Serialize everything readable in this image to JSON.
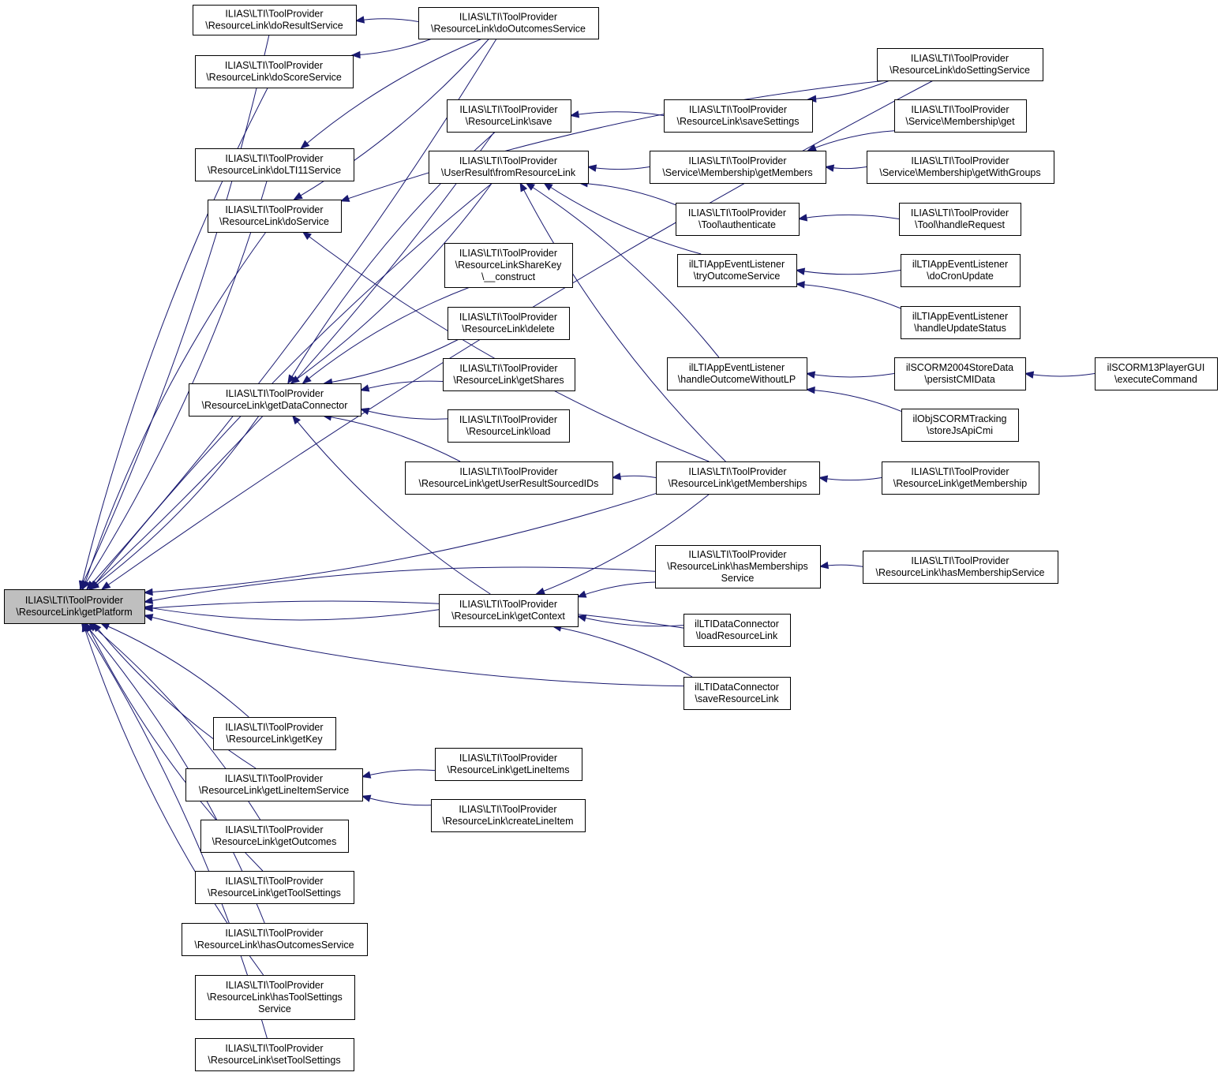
{
  "graph": {
    "edge_color": "#191970",
    "root_fill": "#bfbfbf",
    "nodes": [
      {
        "id": "getPlatform",
        "lines": [
          "ILIAS\\LTI\\ToolProvider",
          "\\ResourceLink\\getPlatform"
        ],
        "root": true
      },
      {
        "id": "doResultService",
        "lines": [
          "ILIAS\\LTI\\ToolProvider",
          "\\ResourceLink\\doResultService"
        ]
      },
      {
        "id": "doScoreService",
        "lines": [
          "ILIAS\\LTI\\ToolProvider",
          "\\ResourceLink\\doScoreService"
        ]
      },
      {
        "id": "doLTI11Service",
        "lines": [
          "ILIAS\\LTI\\ToolProvider",
          "\\ResourceLink\\doLTI11Service"
        ]
      },
      {
        "id": "doService",
        "lines": [
          "ILIAS\\LTI\\ToolProvider",
          "\\ResourceLink\\doService"
        ]
      },
      {
        "id": "getDataConnector",
        "lines": [
          "ILIAS\\LTI\\ToolProvider",
          "\\ResourceLink\\getDataConnector"
        ]
      },
      {
        "id": "getKey",
        "lines": [
          "ILIAS\\LTI\\ToolProvider",
          "\\ResourceLink\\getKey"
        ]
      },
      {
        "id": "getLineItemService",
        "lines": [
          "ILIAS\\LTI\\ToolProvider",
          "\\ResourceLink\\getLineItemService"
        ]
      },
      {
        "id": "getOutcomes",
        "lines": [
          "ILIAS\\LTI\\ToolProvider",
          "\\ResourceLink\\getOutcomes"
        ]
      },
      {
        "id": "getToolSettings",
        "lines": [
          "ILIAS\\LTI\\ToolProvider",
          "\\ResourceLink\\getToolSettings"
        ]
      },
      {
        "id": "hasOutcomesService",
        "lines": [
          "ILIAS\\LTI\\ToolProvider",
          "\\ResourceLink\\hasOutcomesService"
        ]
      },
      {
        "id": "hasToolSettingsService",
        "lines": [
          "ILIAS\\LTI\\ToolProvider",
          "\\ResourceLink\\hasToolSettings",
          "Service"
        ]
      },
      {
        "id": "setToolSettings",
        "lines": [
          "ILIAS\\LTI\\ToolProvider",
          "\\ResourceLink\\setToolSettings"
        ]
      },
      {
        "id": "doOutcomesService",
        "lines": [
          "ILIAS\\LTI\\ToolProvider",
          "\\ResourceLink\\doOutcomesService"
        ]
      },
      {
        "id": "save",
        "lines": [
          "ILIAS\\LTI\\ToolProvider",
          "\\ResourceLink\\save"
        ]
      },
      {
        "id": "fromResourceLink",
        "lines": [
          "ILIAS\\LTI\\ToolProvider",
          "\\UserResult\\fromResourceLink"
        ]
      },
      {
        "id": "shareKeyConstruct",
        "lines": [
          "ILIAS\\LTI\\ToolProvider",
          "\\ResourceLinkShareKey",
          "\\__construct"
        ]
      },
      {
        "id": "delete",
        "lines": [
          "ILIAS\\LTI\\ToolProvider",
          "\\ResourceLink\\delete"
        ]
      },
      {
        "id": "getShares",
        "lines": [
          "ILIAS\\LTI\\ToolProvider",
          "\\ResourceLink\\getShares"
        ]
      },
      {
        "id": "load",
        "lines": [
          "ILIAS\\LTI\\ToolProvider",
          "\\ResourceLink\\load"
        ]
      },
      {
        "id": "getUserResultSourcedIDs",
        "lines": [
          "ILIAS\\LTI\\ToolProvider",
          "\\ResourceLink\\getUserResultSourcedIDs"
        ]
      },
      {
        "id": "getContext",
        "lines": [
          "ILIAS\\LTI\\ToolProvider",
          "\\ResourceLink\\getContext"
        ]
      },
      {
        "id": "getLineItems",
        "lines": [
          "ILIAS\\LTI\\ToolProvider",
          "\\ResourceLink\\getLineItems"
        ]
      },
      {
        "id": "createLineItem",
        "lines": [
          "ILIAS\\LTI\\ToolProvider",
          "\\ResourceLink\\createLineItem"
        ]
      },
      {
        "id": "saveSettings",
        "lines": [
          "ILIAS\\LTI\\ToolProvider",
          "\\ResourceLink\\saveSettings"
        ]
      },
      {
        "id": "getMembers",
        "lines": [
          "ILIAS\\LTI\\ToolProvider",
          "\\Service\\Membership\\getMembers"
        ]
      },
      {
        "id": "authenticate",
        "lines": [
          "ILIAS\\LTI\\ToolProvider",
          "\\Tool\\authenticate"
        ]
      },
      {
        "id": "tryOutcomeService",
        "lines": [
          "ilLTIAppEventListener",
          "\\tryOutcomeService"
        ]
      },
      {
        "id": "handleOutcomeWithoutLP",
        "lines": [
          "ilLTIAppEventListener",
          "\\handleOutcomeWithoutLP"
        ]
      },
      {
        "id": "getMemberships",
        "lines": [
          "ILIAS\\LTI\\ToolProvider",
          "\\ResourceLink\\getMemberships"
        ]
      },
      {
        "id": "hasMembershipsService",
        "lines": [
          "ILIAS\\LTI\\ToolProvider",
          "\\ResourceLink\\hasMemberships",
          "Service"
        ]
      },
      {
        "id": "loadResourceLink",
        "lines": [
          "ilLTIDataConnector",
          "\\loadResourceLink"
        ]
      },
      {
        "id": "saveResourceLink",
        "lines": [
          "ilLTIDataConnector",
          "\\saveResourceLink"
        ]
      },
      {
        "id": "doSettingService",
        "lines": [
          "ILIAS\\LTI\\ToolProvider",
          "\\ResourceLink\\doSettingService"
        ]
      },
      {
        "id": "membershipGet",
        "lines": [
          "ILIAS\\LTI\\ToolProvider",
          "\\Service\\Membership\\get"
        ]
      },
      {
        "id": "getWithGroups",
        "lines": [
          "ILIAS\\LTI\\ToolProvider",
          "\\Service\\Membership\\getWithGroups"
        ]
      },
      {
        "id": "handleRequest",
        "lines": [
          "ILIAS\\LTI\\ToolProvider",
          "\\Tool\\handleRequest"
        ]
      },
      {
        "id": "doCronUpdate",
        "lines": [
          "ilLTIAppEventListener",
          "\\doCronUpdate"
        ]
      },
      {
        "id": "handleUpdateStatus",
        "lines": [
          "ilLTIAppEventListener",
          "\\handleUpdateStatus"
        ]
      },
      {
        "id": "persistCMIData",
        "lines": [
          "ilSCORM2004StoreData",
          "\\persistCMIData"
        ]
      },
      {
        "id": "storeJsApiCmi",
        "lines": [
          "ilObjSCORMTracking",
          "\\storeJsApiCmi"
        ]
      },
      {
        "id": "getMembership",
        "lines": [
          "ILIAS\\LTI\\ToolProvider",
          "\\ResourceLink\\getMembership"
        ]
      },
      {
        "id": "hasMembershipService",
        "lines": [
          "ILIAS\\LTI\\ToolProvider",
          "\\ResourceLink\\hasMembershipService"
        ]
      },
      {
        "id": "executeCommand",
        "lines": [
          "ilSCORM13PlayerGUI",
          "\\executeCommand"
        ]
      }
    ],
    "edges": [
      {
        "from": "doResultService",
        "to": "getPlatform"
      },
      {
        "from": "doScoreService",
        "to": "getPlatform"
      },
      {
        "from": "doLTI11Service",
        "to": "getPlatform"
      },
      {
        "from": "doService",
        "to": "getPlatform"
      },
      {
        "from": "getDataConnector",
        "to": "getPlatform"
      },
      {
        "from": "getKey",
        "to": "getPlatform"
      },
      {
        "from": "getLineItemService",
        "to": "getPlatform"
      },
      {
        "from": "getOutcomes",
        "to": "getPlatform"
      },
      {
        "from": "getToolSettings",
        "to": "getPlatform"
      },
      {
        "from": "hasOutcomesService",
        "to": "getPlatform"
      },
      {
        "from": "hasToolSettingsService",
        "to": "getPlatform"
      },
      {
        "from": "setToolSettings",
        "to": "getPlatform"
      },
      {
        "from": "doOutcomesService",
        "to": "getPlatform"
      },
      {
        "from": "doSettingService",
        "to": "getPlatform"
      },
      {
        "from": "save",
        "to": "getPlatform"
      },
      {
        "from": "fromResourceLink",
        "to": "getPlatform"
      },
      {
        "from": "getMemberships",
        "to": "getPlatform"
      },
      {
        "from": "hasMembershipsService",
        "to": "getPlatform"
      },
      {
        "from": "getContext",
        "to": "getPlatform"
      },
      {
        "from": "loadResourceLink",
        "to": "getPlatform"
      },
      {
        "from": "saveResourceLink",
        "to": "getPlatform"
      },
      {
        "from": "doOutcomesService",
        "to": "doResultService"
      },
      {
        "from": "doOutcomesService",
        "to": "doScoreService"
      },
      {
        "from": "doOutcomesService",
        "to": "doLTI11Service"
      },
      {
        "from": "doOutcomesService",
        "to": "doService"
      },
      {
        "from": "doSettingService",
        "to": "doService"
      },
      {
        "from": "getMemberships",
        "to": "doService"
      },
      {
        "from": "save",
        "to": "getDataConnector"
      },
      {
        "from": "fromResourceLink",
        "to": "getDataConnector"
      },
      {
        "from": "shareKeyConstruct",
        "to": "getDataConnector"
      },
      {
        "from": "delete",
        "to": "getDataConnector"
      },
      {
        "from": "getShares",
        "to": "getDataConnector"
      },
      {
        "from": "load",
        "to": "getDataConnector"
      },
      {
        "from": "getUserResultSourcedIDs",
        "to": "getDataConnector"
      },
      {
        "from": "getContext",
        "to": "getDataConnector"
      },
      {
        "from": "getLineItems",
        "to": "getLineItemService"
      },
      {
        "from": "createLineItem",
        "to": "getLineItemService"
      },
      {
        "from": "saveSettings",
        "to": "save"
      },
      {
        "from": "getMembers",
        "to": "fromResourceLink"
      },
      {
        "from": "authenticate",
        "to": "fromResourceLink"
      },
      {
        "from": "tryOutcomeService",
        "to": "fromResourceLink"
      },
      {
        "from": "handleOutcomeWithoutLP",
        "to": "fromResourceLink"
      },
      {
        "from": "getMemberships",
        "to": "fromResourceLink"
      },
      {
        "from": "getMemberships",
        "to": "getUserResultSourcedIDs"
      },
      {
        "from": "getMemberships",
        "to": "getContext"
      },
      {
        "from": "hasMembershipsService",
        "to": "getContext"
      },
      {
        "from": "loadResourceLink",
        "to": "getContext"
      },
      {
        "from": "saveResourceLink",
        "to": "getContext"
      },
      {
        "from": "doSettingService",
        "to": "saveSettings"
      },
      {
        "from": "membershipGet",
        "to": "getMembers"
      },
      {
        "from": "getWithGroups",
        "to": "getMembers"
      },
      {
        "from": "handleRequest",
        "to": "authenticate"
      },
      {
        "from": "doCronUpdate",
        "to": "tryOutcomeService"
      },
      {
        "from": "handleUpdateStatus",
        "to": "tryOutcomeService"
      },
      {
        "from": "persistCMIData",
        "to": "handleOutcomeWithoutLP"
      },
      {
        "from": "storeJsApiCmi",
        "to": "handleOutcomeWithoutLP"
      },
      {
        "from": "getMembership",
        "to": "getMemberships"
      },
      {
        "from": "hasMembershipService",
        "to": "hasMembershipsService"
      },
      {
        "from": "executeCommand",
        "to": "persistCMIData"
      }
    ]
  }
}
